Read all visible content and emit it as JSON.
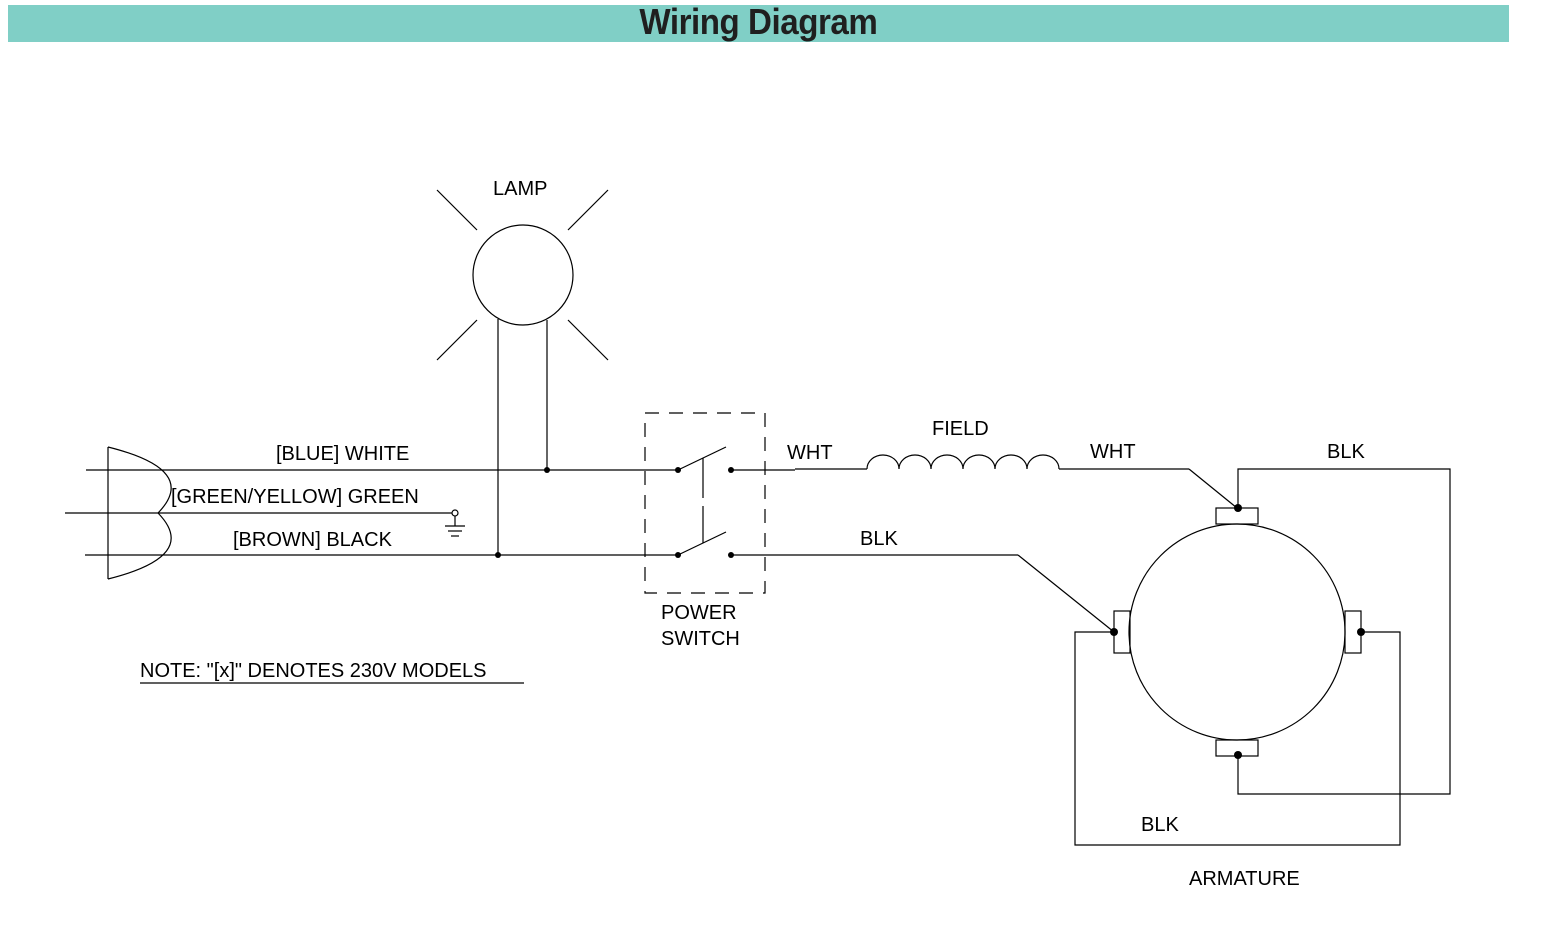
{
  "header": {
    "title": "Wiring Diagram",
    "bar_color": "#80cfc6"
  },
  "labels": {
    "lamp": "LAMP",
    "blue_white": "[BLUE] WHITE",
    "green_yellow_green": "[GREEN/YELLOW] GREEN",
    "brown_black": "[BROWN] BLACK",
    "power_switch_line1": "POWER",
    "power_switch_line2": "SWITCH",
    "wht_left": "WHT",
    "field": "FIELD",
    "wht_right": "WHT",
    "blk_top": "BLK",
    "blk_mid": "BLK",
    "blk_bottom": "BLK",
    "armature": "ARMATURE",
    "note": "NOTE: \"[x]\" DENOTES 230V MODELS"
  }
}
